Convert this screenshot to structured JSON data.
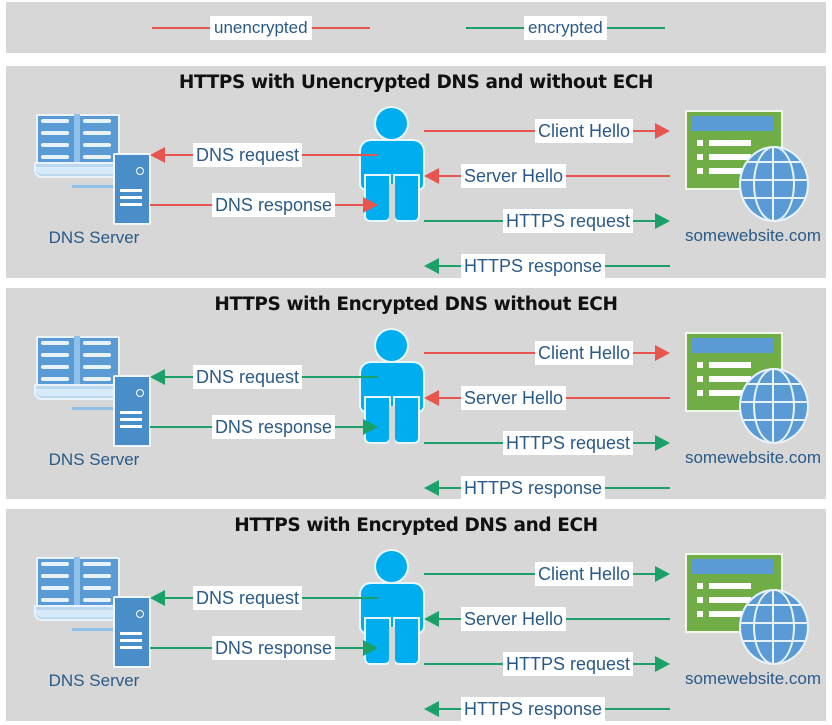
{
  "legend": {
    "items": [
      {
        "label": "unencrypted",
        "color": "#E8554E",
        "name": "legend-unencrypted"
      },
      {
        "label": "encrypted",
        "color": "#1BA06A",
        "name": "legend-encrypted"
      }
    ]
  },
  "colors": {
    "unencrypted": "#E8554E",
    "encrypted": "#1BA06A",
    "panel_background": "#d7d7d7",
    "label_text": "#2a5a87",
    "title_text": "#111111",
    "person": "#00AEEF",
    "book": "#5B9BD5",
    "server_tower": "#4a8ec9",
    "website_window": "#70AD47",
    "website_titlebar": "#5B9BD5",
    "globe": "#5B9BD5"
  },
  "icons": {
    "dns_server_caption": "DNS Server",
    "website_caption": "somewebsite.com",
    "person_name": "user-person-icon",
    "book_name": "open-book-icon",
    "tower_name": "server-tower-icon",
    "globe_name": "globe-icon",
    "window_name": "browser-window-icon"
  },
  "panels": [
    {
      "id": "panel-1",
      "title": "HTTPS with Unencrypted DNS and without ECH",
      "dns_caption": "DNS Server",
      "site_caption": "somewebsite.com",
      "flows": [
        {
          "label": "DNS request",
          "direction": "left",
          "color": "#E8554E",
          "group": "dns"
        },
        {
          "label": "DNS response",
          "direction": "right",
          "color": "#E8554E",
          "group": "dns"
        },
        {
          "label": "Client Hello",
          "direction": "right",
          "color": "#E8554E",
          "group": "https"
        },
        {
          "label": "Server Hello",
          "direction": "left",
          "color": "#E8554E",
          "group": "https"
        },
        {
          "label": "HTTPS request",
          "direction": "right",
          "color": "#1BA06A",
          "group": "https"
        },
        {
          "label": "HTTPS response",
          "direction": "left",
          "color": "#1BA06A",
          "group": "https"
        }
      ]
    },
    {
      "id": "panel-2",
      "title": "HTTPS with Encrypted DNS without ECH",
      "dns_caption": "DNS Server",
      "site_caption": "somewebsite.com",
      "flows": [
        {
          "label": "DNS request",
          "direction": "left",
          "color": "#1BA06A",
          "group": "dns"
        },
        {
          "label": "DNS response",
          "direction": "right",
          "color": "#1BA06A",
          "group": "dns"
        },
        {
          "label": "Client Hello",
          "direction": "right",
          "color": "#E8554E",
          "group": "https"
        },
        {
          "label": "Server Hello",
          "direction": "left",
          "color": "#E8554E",
          "group": "https"
        },
        {
          "label": "HTTPS request",
          "direction": "right",
          "color": "#1BA06A",
          "group": "https"
        },
        {
          "label": "HTTPS response",
          "direction": "left",
          "color": "#1BA06A",
          "group": "https"
        }
      ]
    },
    {
      "id": "panel-3",
      "title": "HTTPS with Encrypted DNS and ECH",
      "dns_caption": "DNS Server",
      "site_caption": "somewebsite.com",
      "flows": [
        {
          "label": "DNS request",
          "direction": "left",
          "color": "#1BA06A",
          "group": "dns"
        },
        {
          "label": "DNS response",
          "direction": "right",
          "color": "#1BA06A",
          "group": "dns"
        },
        {
          "label": "Client Hello",
          "direction": "right",
          "color": "#1BA06A",
          "group": "https"
        },
        {
          "label": "Server Hello",
          "direction": "left",
          "color": "#1BA06A",
          "group": "https"
        },
        {
          "label": "HTTPS request",
          "direction": "right",
          "color": "#1BA06A",
          "group": "https"
        },
        {
          "label": "HTTPS response",
          "direction": "left",
          "color": "#1BA06A",
          "group": "https"
        }
      ]
    }
  ]
}
